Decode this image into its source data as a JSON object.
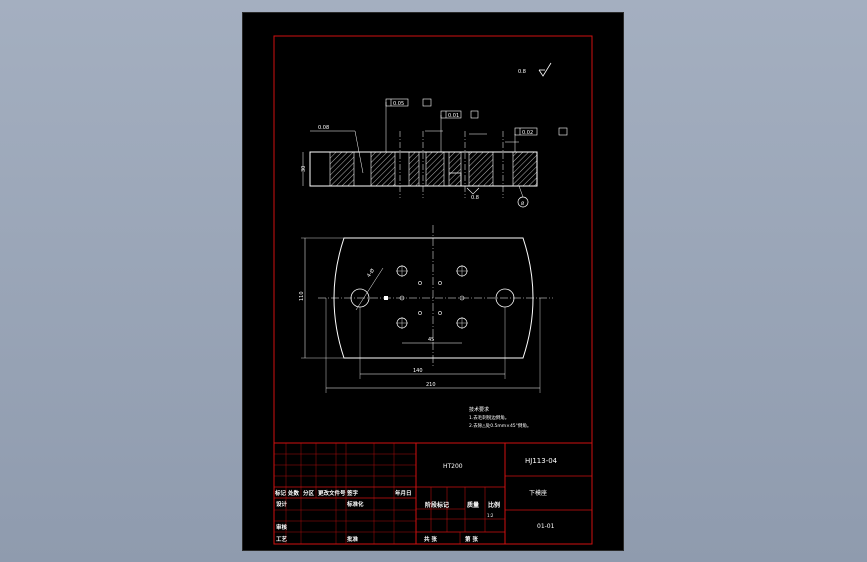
{
  "colors": {
    "background": "#000000",
    "frame": "#d01010",
    "line": "#ffffff"
  },
  "drawing": {
    "roughness_symbol": "0.8",
    "section_view": {
      "dimension_left": "0.08",
      "height_label": "30",
      "fcf_1": "0.05",
      "fcf_2": "0.01",
      "fcf_3": "0.02",
      "roughness_1": "0.8",
      "diameter_mark": "Ø"
    },
    "plan_view": {
      "width_label": "110",
      "hole_label": "4-Ø",
      "pitch_label": "45",
      "center_span_label": "140",
      "overall_length_label": "210"
    },
    "tech_notes": {
      "title": "技术要求",
      "line1": "1.去毛刺锐边倒角。",
      "line2": "2.去除△处0.5mm×45°倒角。"
    }
  },
  "title_block": {
    "material": "HT200",
    "drawing_number": "HJ113-04",
    "part_name": "下模座",
    "sheet_code": "01-01",
    "scale_value": "1:2",
    "rev_header": {
      "mark": "标记",
      "count": "处数",
      "zone": "分区",
      "doc": "更改文件号",
      "sign": "签字",
      "date": "年月日"
    },
    "labels": {
      "designer": "设计",
      "standard": "标准化",
      "stage_mark": "阶段标记",
      "weight": "质量",
      "scale": "比例",
      "checker": "审核",
      "process": "工艺",
      "approved": "批准",
      "total_sheets": "共 张",
      "sheet_no": "第 张"
    }
  }
}
